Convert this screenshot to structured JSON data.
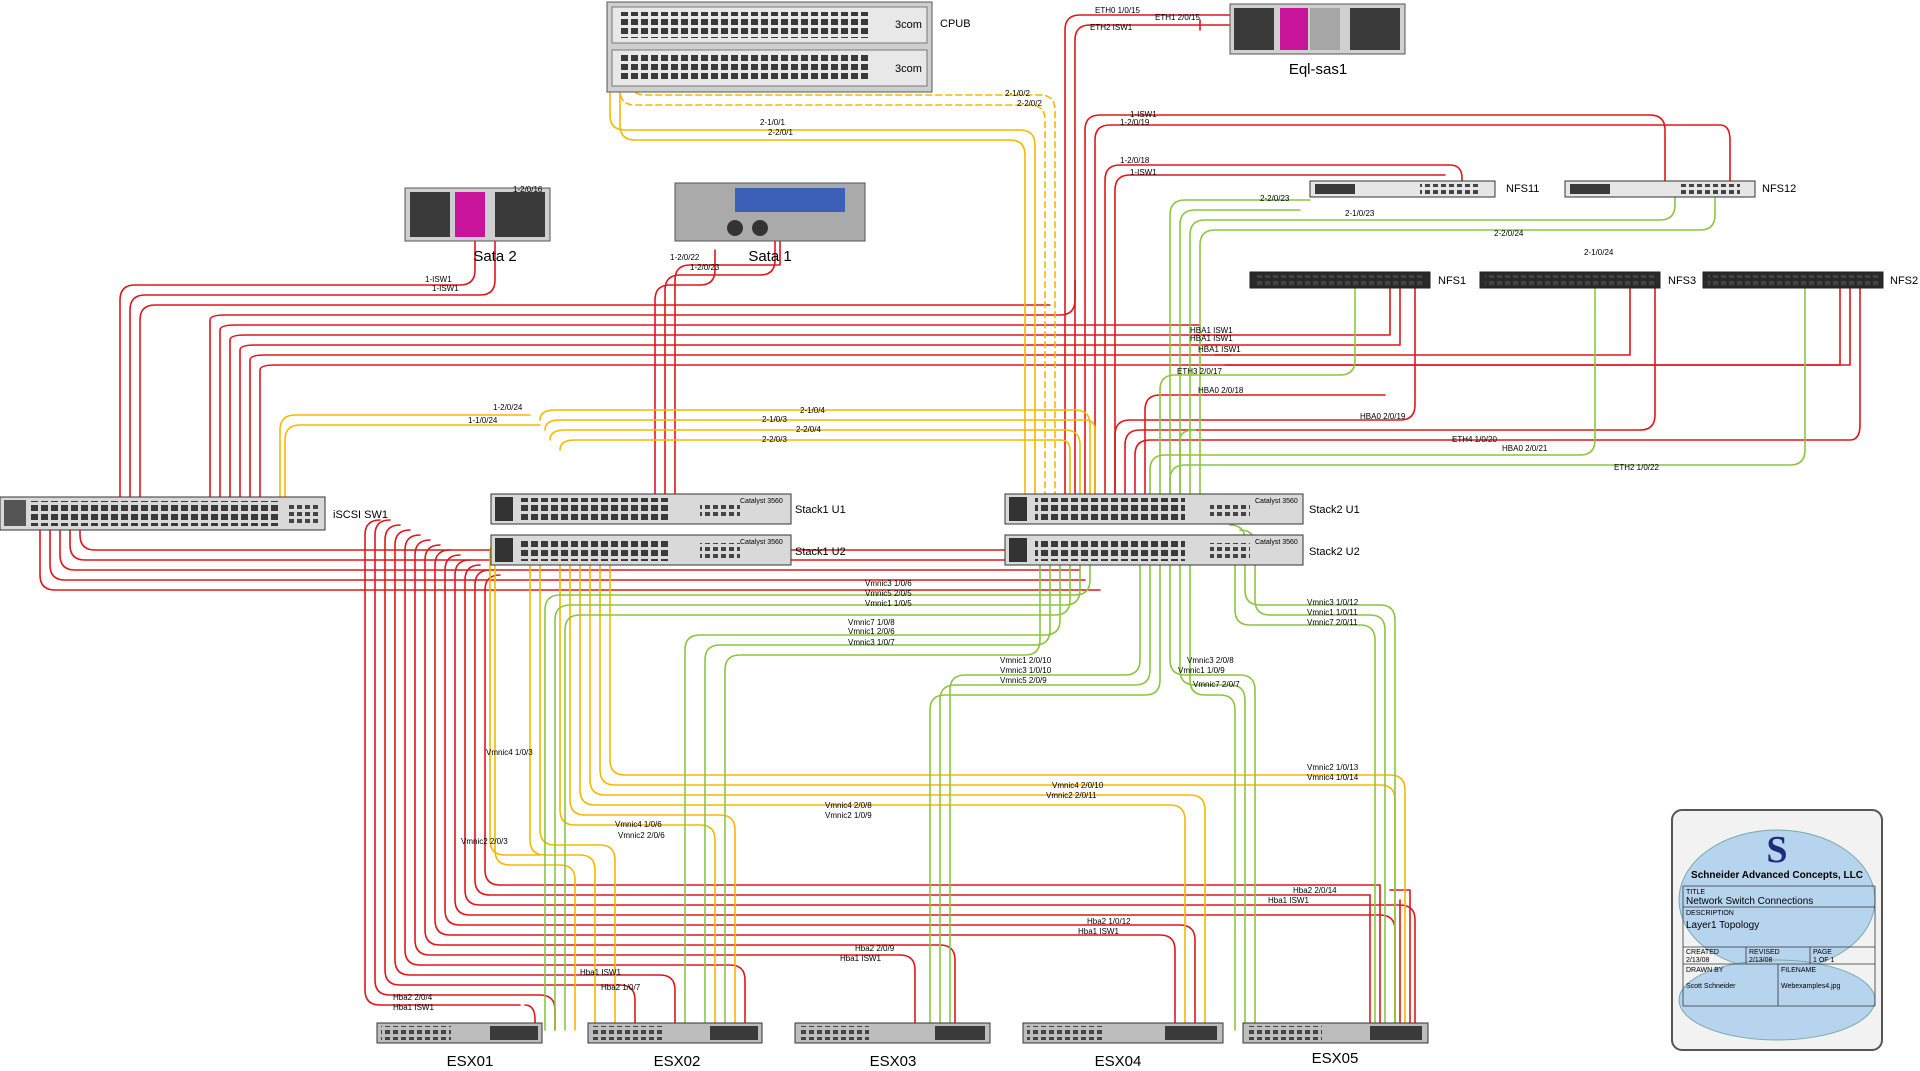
{
  "devices": {
    "cpub": "CPUB",
    "cpub_logo": "3com",
    "eql": "Eql-sas1",
    "sata2": "Sata 2",
    "sata1": "Sata 1",
    "nfs11": "NFS11",
    "nfs12": "NFS12",
    "nfs1": "NFS1",
    "nfs3": "NFS3",
    "nfs2": "NFS2",
    "iscsi": "iSCSI SW1",
    "stack1u1": "Stack1 U1",
    "stack1u2": "Stack1 U2",
    "stack2u1": "Stack2 U1",
    "stack2u2": "Stack2 U2",
    "switch_model": "Catalyst 3560",
    "esx01": "ESX01",
    "esx02": "ESX02",
    "esx03": "ESX03",
    "esx04": "ESX04",
    "esx05": "ESX05"
  },
  "wire_labels": [
    "ETH0 1/0/15",
    "ETH1 2/0/15",
    "ETH2 ISW1",
    "2-1/0/2",
    "2-2/0/2",
    "2-1/0/1",
    "2-2/0/1",
    "1-ISW1",
    "1-2/0/19",
    "1-2/0/18",
    "1-ISW1",
    "2-2/0/23",
    "2-1/0/23",
    "2-2/0/24",
    "2-1/0/24",
    "1-2/0/16",
    "1-ISW1",
    "1-ISW1",
    "1-2/0/22",
    "1-2/0/23",
    "HBA1 ISW1",
    "HBA1 ISW1",
    "HBA1 ISW1",
    "ETH3 2/0/17",
    "HBA0 2/0/18",
    "HBA0 2/0/19",
    "ETH4 1/0/20",
    "HBA0 2/0/21",
    "ETH2 1/0/22",
    "1-2/0/24",
    "1-1/0/24",
    "2-1/0/4",
    "2-1/0/3",
    "2-2/0/4",
    "2-2/0/3",
    "Vmnic3 1/0/6",
    "Vmnic5 2/0/5",
    "Vmnic1 1/0/5",
    "Vmnic7 1/0/8",
    "Vmnic1 2/0/6",
    "Vmnic3 1/0/7",
    "Vmnic3 1/0/12",
    "Vmnic1 1/0/11",
    "Vmnic7 2/0/11",
    "Vmnic1 2/0/10",
    "Vmnic3 1/0/10",
    "Vmnic5 2/0/9",
    "Vmnic3 2/0/8",
    "Vmnic1 1/0/9",
    "Vmnic7 2/0/7",
    "Vmnic4 1/0/3",
    "Vmnic2 2/0/3",
    "Vmnic2 1/0/13",
    "Vmnic4 1/0/14",
    "Vmnic4 2/0/10",
    "Vmnic2 2/0/11",
    "Vmnic4 2/0/8",
    "Vmnic2 1/0/9",
    "Vmnic4 1/0/6",
    "Vmnic2 2/0/6",
    "Hba2 2/0/14",
    "Hba1 ISW1",
    "Hba2 1/0/12",
    "Hba1 ISW1",
    "Hba2 2/0/9",
    "Hba1 ISW1",
    "Hba1 ISW1",
    "Hba2 1/0/7",
    "Hba2 2/0/4",
    "Hba1 ISW1"
  ],
  "title_block": {
    "company": "Schneider Advanced Concepts, LLC",
    "title_label": "TITLE",
    "title": "Network Switch Connections",
    "description_label": "DESCRIPTION",
    "description": "Layer1 Topology",
    "created_label": "CREATED",
    "created": "2/13/08",
    "revised_label": "REVISED",
    "revised": "2/13/08",
    "page_label": "PAGE",
    "page": "1 OF 1",
    "drawn_by_label": "DRAWN BY",
    "drawn_by": "Scott Schneider",
    "filename_label": "FILENAME",
    "filename": "Webexamples4.jpg"
  },
  "colors": {
    "red": "#e0161b",
    "yellow": "#f5b800",
    "green": "#8cc63f",
    "chassis": "#d9d9d9"
  }
}
